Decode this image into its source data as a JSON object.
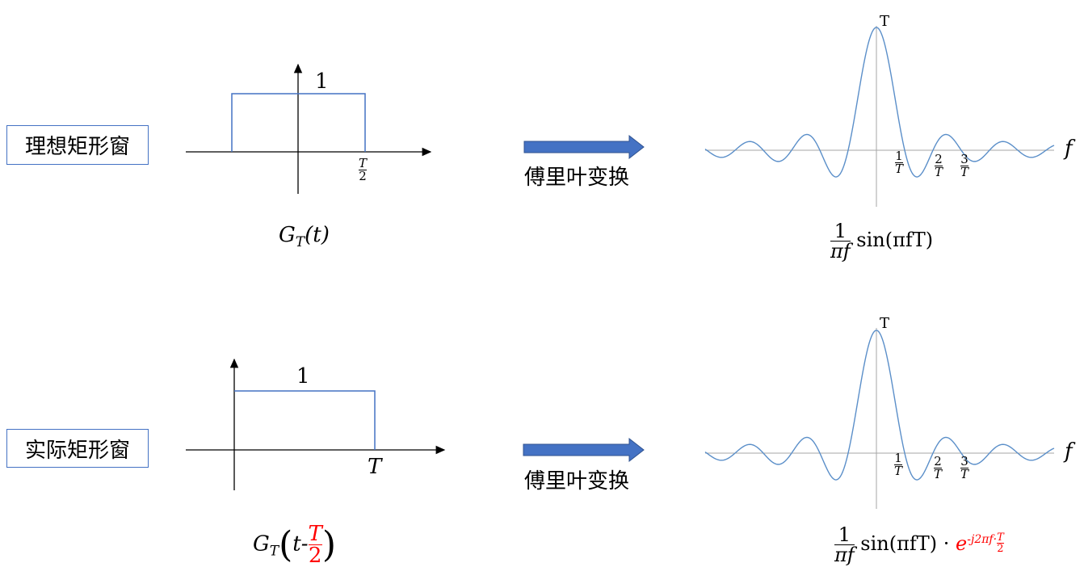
{
  "row1": {
    "label": "理想矩形窗",
    "pulse_height": "1",
    "t_edge_num": "T",
    "t_edge_den": "2",
    "time_fn_base": "G",
    "time_fn_sub": "T",
    "time_fn_arg": "(t)",
    "arrow_caption": "傅里叶变换",
    "peak": "T",
    "freq_axis": "f",
    "ticks": [
      {
        "num": "1",
        "den": "T"
      },
      {
        "num": "2",
        "den": "T"
      },
      {
        "num": "3",
        "den": "T"
      }
    ],
    "freq_fn_num": "1",
    "freq_fn_den": "πf",
    "freq_fn_rest": "sin(πfT)"
  },
  "row2": {
    "label": "实际矩形窗",
    "pulse_height": "1",
    "t_edge": "T",
    "time_fn_base": "G",
    "time_fn_sub": "T",
    "time_fn_open": "(",
    "time_fn_t": "t-",
    "time_fn_num": "T",
    "time_fn_den": "2",
    "time_fn_close": ")",
    "arrow_caption": "傅里叶变换",
    "peak": "T",
    "freq_axis": "f",
    "ticks": [
      {
        "num": "1",
        "den": "T"
      },
      {
        "num": "2",
        "den": "T"
      },
      {
        "num": "3",
        "den": "T"
      }
    ],
    "freq_fn_num": "1",
    "freq_fn_den": "πf",
    "freq_fn_rest": "sin(πfT) ·",
    "exp_base": "e",
    "exp_pow": "-j2πf·",
    "exp_num": "T",
    "exp_den": "2"
  },
  "colors": {
    "box_border": "#4472c4",
    "arrow": "#4472c4",
    "curve": "#5b8fc9",
    "emphasis": "#ff0000"
  }
}
